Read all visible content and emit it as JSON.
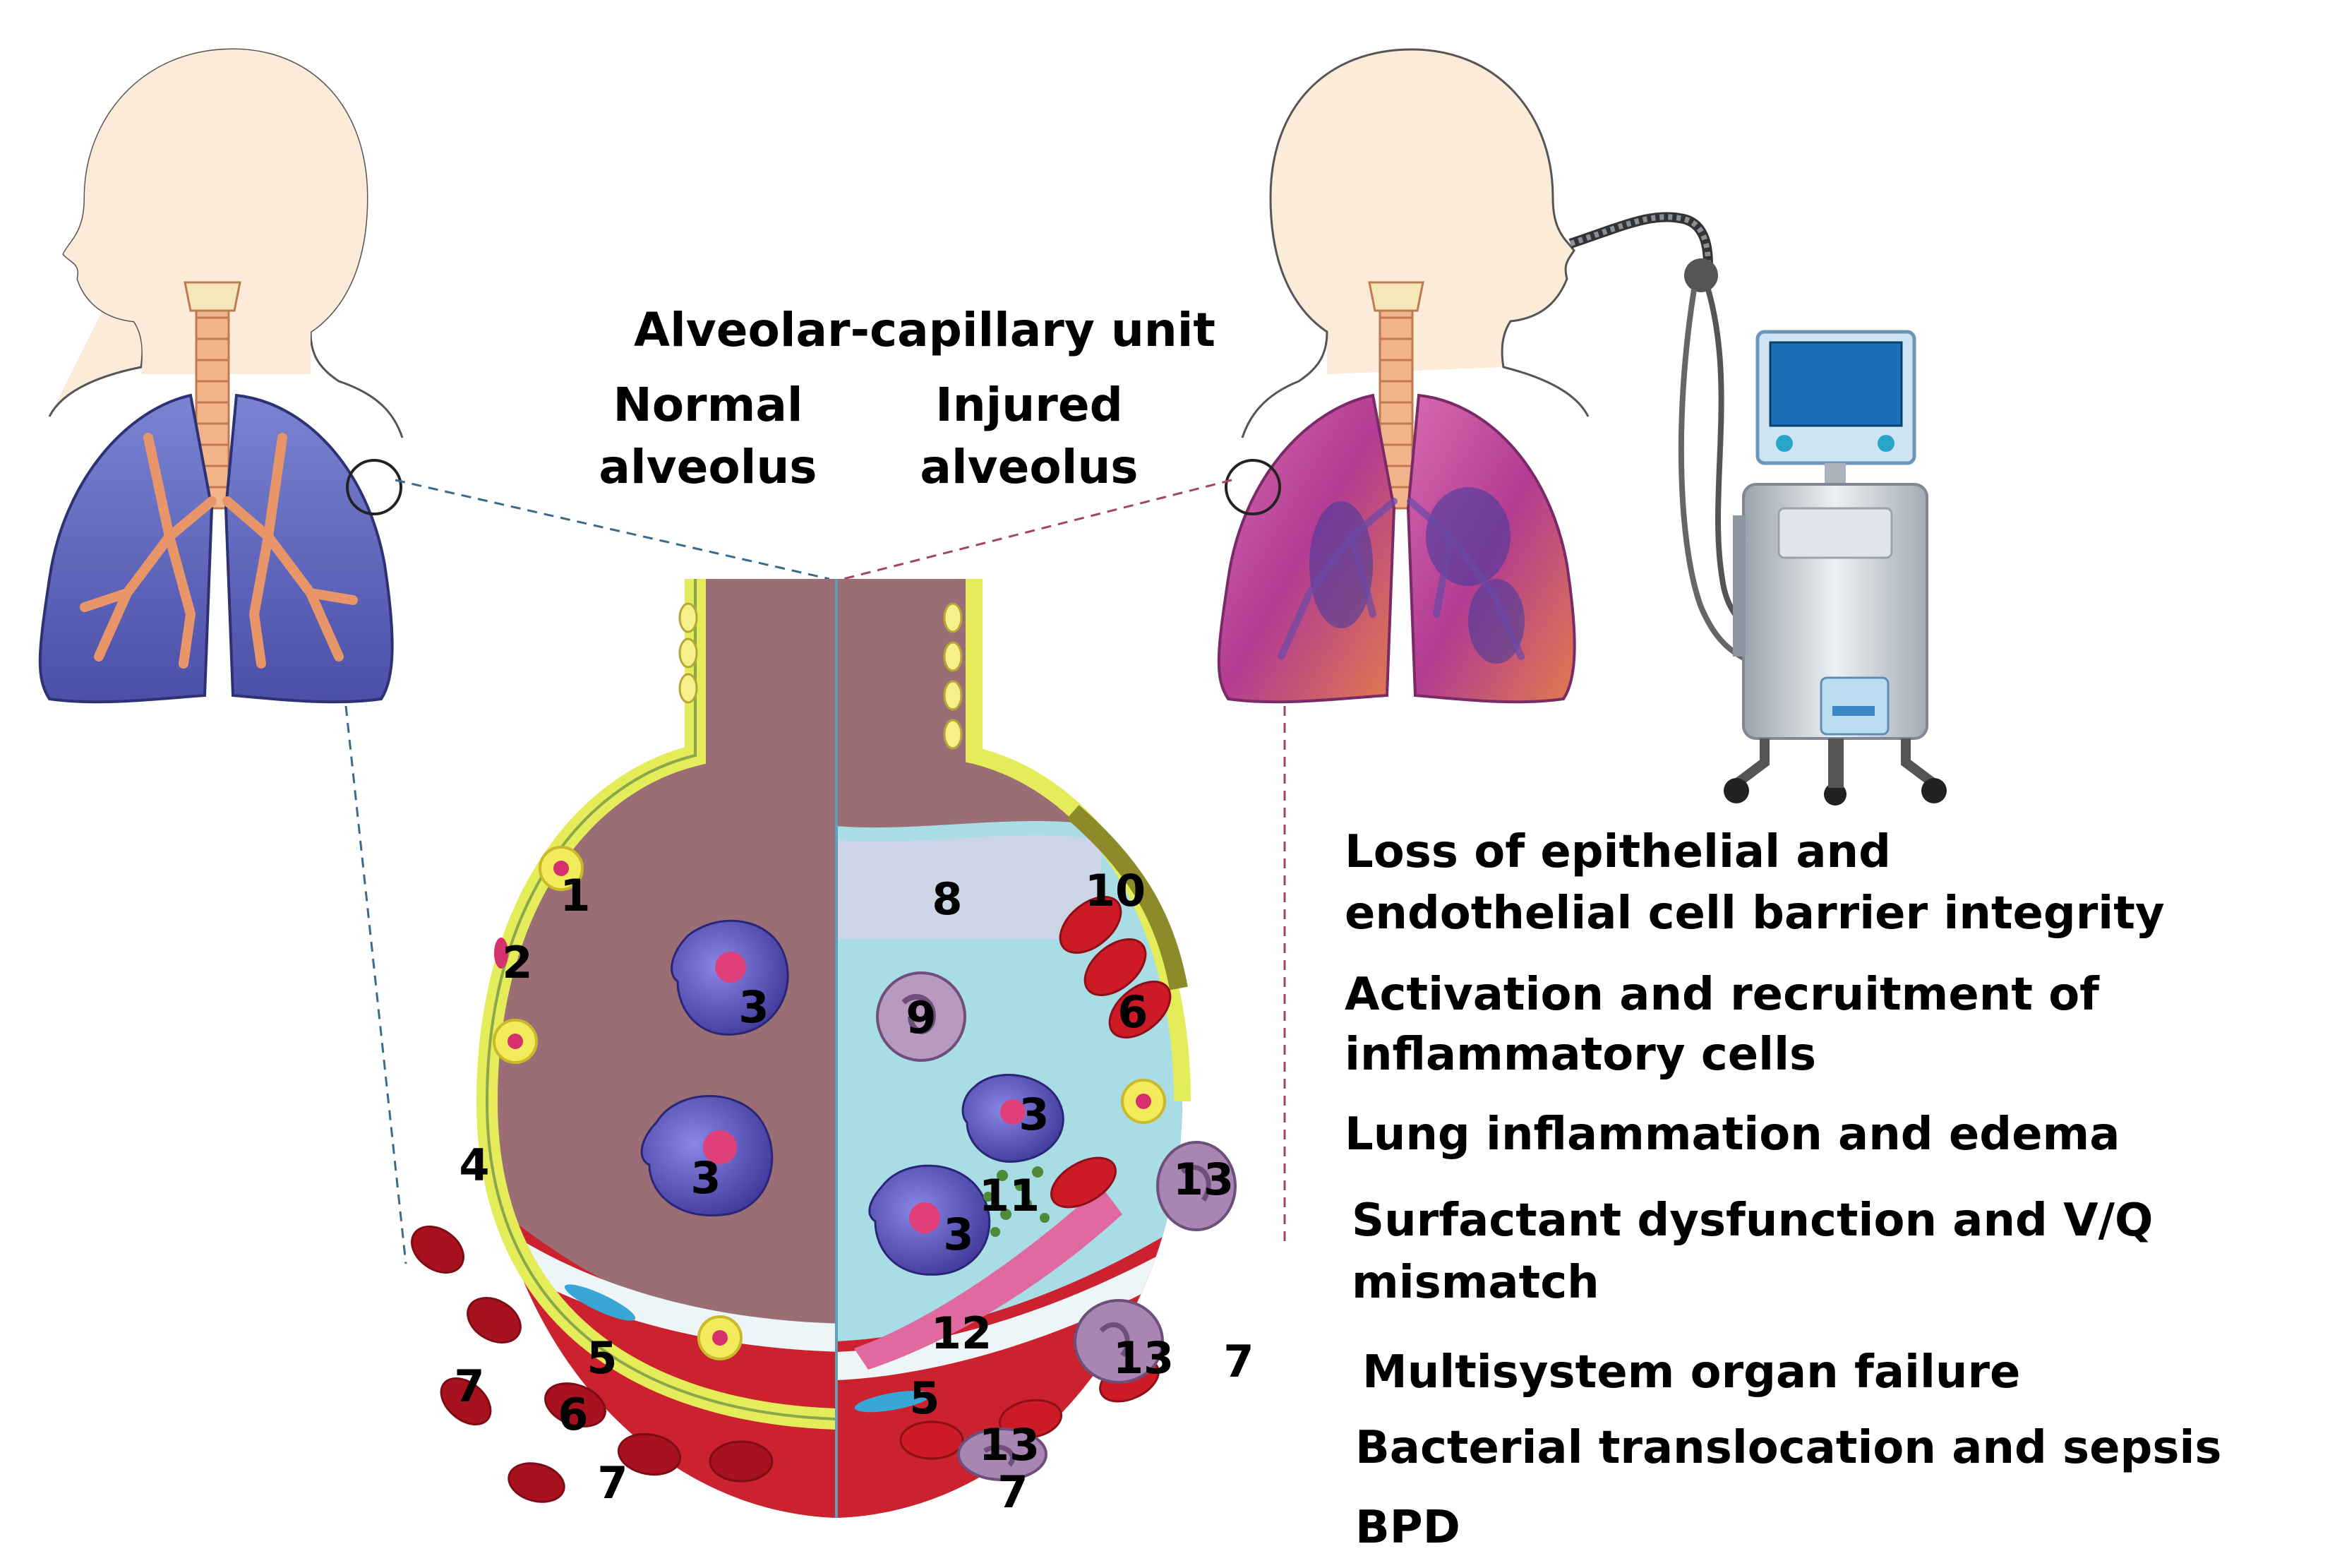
{
  "header": {
    "title": "Alveolar-capillary unit",
    "normal_label": [
      "Normal",
      "alveolus"
    ],
    "injured_label": [
      "Injured",
      "alveolus"
    ]
  },
  "markers": {
    "n1": "1",
    "n2": "2",
    "n3a": "3",
    "n3b": "3",
    "n3c": "3",
    "n3d": "3",
    "n4": "4",
    "n5a": "5",
    "n5b": "5",
    "n6a": "6",
    "n6b": "6",
    "n7a": "7",
    "n7b": "7",
    "n7c": "7",
    "n7d": "7",
    "n8": "8",
    "n9": "9",
    "n10": "10",
    "n11": "11",
    "n12": "12",
    "n13a": "13",
    "n13b": "13",
    "n13c": "13"
  },
  "outcomes": [
    [
      "Loss of epithelial and",
      "endothelial cell barrier integrity"
    ],
    [
      "Activation and recruitment of",
      "inflammatory cells"
    ],
    [
      "Lung inflammation and edema"
    ],
    [
      "Surfactant dysfunction and V/Q",
      "mismatch"
    ],
    [
      "Multisystem organ failure"
    ],
    [
      "Bacterial translocation and sepsis"
    ],
    [
      "BPD"
    ]
  ],
  "colors": {
    "lung_normal": "#5b63b8",
    "lung_injured": "#c2459a",
    "airway": "#e8a07a",
    "alveolus_wall": "#e9ef6a",
    "alveolus_space": "#9c6f78",
    "edema_fluid": "#a8dde6",
    "vessel": "#c8202e",
    "macrophage": "#5650b8",
    "neutrophil": "#9c7aa6",
    "ventilator": "#cfd6de"
  }
}
